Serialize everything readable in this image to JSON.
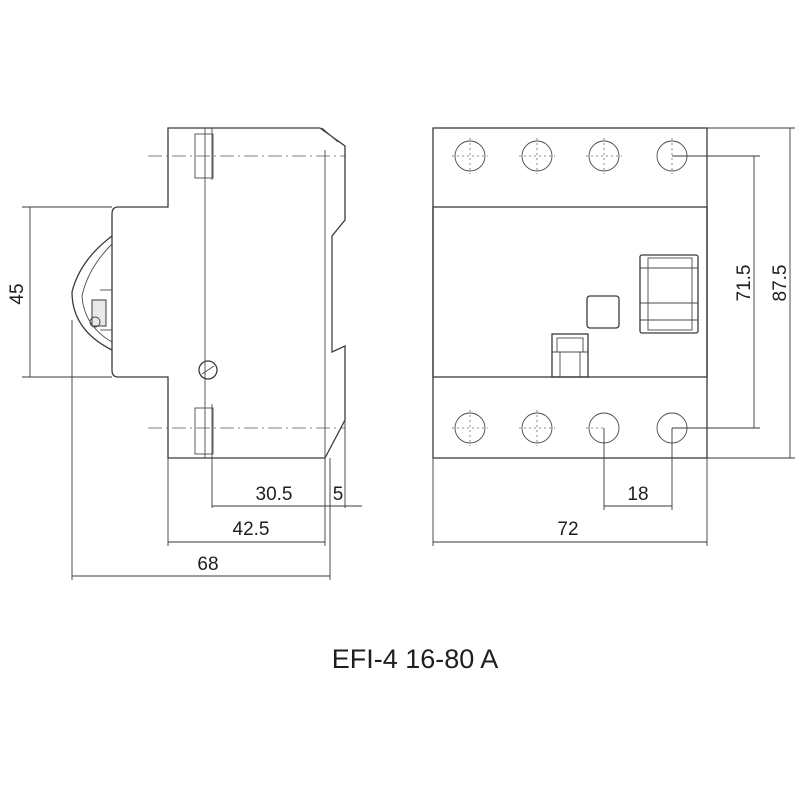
{
  "title": "EFI-4 16-80 A",
  "dimensions": {
    "side_height": "45",
    "depth_30_5": "30.5",
    "depth_5": "5",
    "depth_42_5": "42.5",
    "depth_68": "68",
    "pole_pitch": "18",
    "width": "72",
    "height_71_5": "71.5",
    "height_87_5": "87.5"
  }
}
